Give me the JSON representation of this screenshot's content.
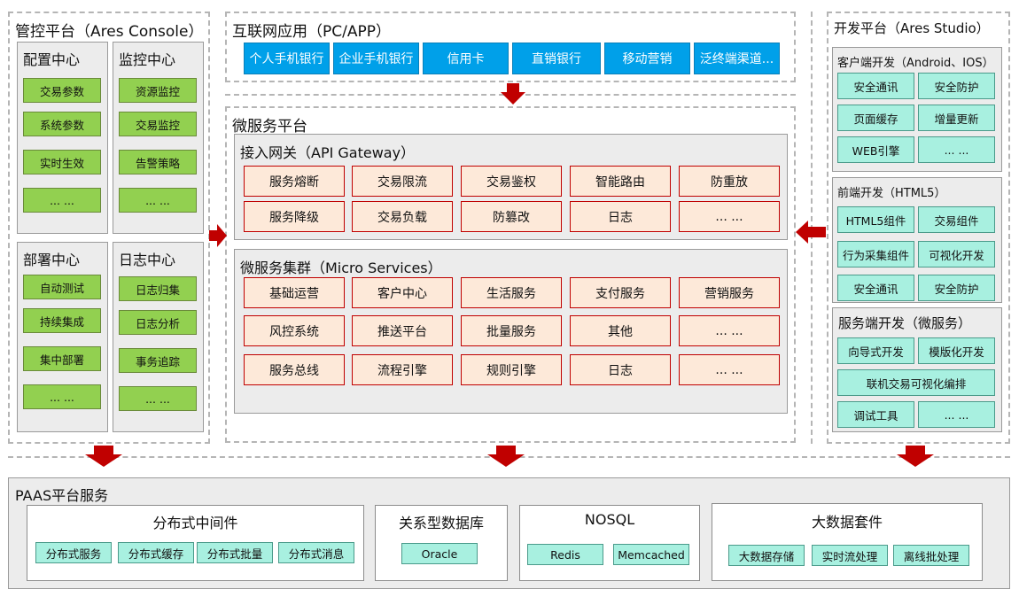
{
  "console": {
    "title": "管控平台（Ares Console）",
    "config": {
      "title": "配置中心",
      "items": [
        "交易参数",
        "系统参数",
        "实时生效",
        "... ..."
      ]
    },
    "monitor": {
      "title": "监控中心",
      "items": [
        "资源监控",
        "交易监控",
        "告警策略",
        "... ..."
      ]
    },
    "deploy": {
      "title": "部署中心",
      "items": [
        "自动测试",
        "持续集成",
        "集中部署",
        "... ..."
      ]
    },
    "log": {
      "title": "日志中心",
      "items": [
        "日志归集",
        "日志分析",
        "事务追踪",
        "... ..."
      ]
    }
  },
  "internet": {
    "title": "互联网应用（PC/APP）",
    "items": [
      "个人手机银行",
      "企业手机银行",
      "信用卡",
      "直销银行",
      "移动营销",
      "泛终端渠道..."
    ]
  },
  "micro": {
    "title": "微服务平台",
    "gateway": {
      "title": "接入网关（API Gateway）",
      "items": [
        "服务熔断",
        "交易限流",
        "交易鉴权",
        "智能路由",
        "防重放",
        "服务降级",
        "交易负载",
        "防篡改",
        "日志",
        "... ..."
      ]
    },
    "cluster": {
      "title": "微服务集群（Micro Services）",
      "items": [
        "基础运营",
        "客户中心",
        "生活服务",
        "支付服务",
        "营销服务",
        "风控系统",
        "推送平台",
        "批量服务",
        "其他",
        "... ...",
        "服务总线",
        "流程引擎",
        "规则引擎",
        "日志",
        "... ..."
      ]
    }
  },
  "studio": {
    "title": "开发平台（Ares Studio）",
    "client": {
      "title": "客户端开发（Android、IOS）",
      "items": [
        "安全通讯",
        "安全防护",
        "页面缓存",
        "增量更新",
        "WEB引擎",
        "... ..."
      ]
    },
    "frontend": {
      "title": "前端开发（HTML5）",
      "items": [
        "HTML5组件",
        "交易组件",
        "行为采集组件",
        "可视化开发",
        "安全通讯",
        "安全防护"
      ]
    },
    "server": {
      "title": "服务端开发（微服务）",
      "items": [
        "向导式开发",
        "模版化开发",
        "联机交易可视化编排",
        "调试工具",
        "... ..."
      ]
    }
  },
  "paas": {
    "title": "PAAS平台服务",
    "middleware": {
      "title": "分布式中间件",
      "items": [
        "分布式服务",
        "分布式缓存",
        "分布式批量",
        "分布式消息"
      ]
    },
    "rdb": {
      "title": "关系型数据库",
      "items": [
        "Oracle"
      ]
    },
    "nosql": {
      "title": "NOSQL",
      "items": [
        "Redis",
        "Memcached"
      ]
    },
    "bigdata": {
      "title": "大数据套件",
      "items": [
        "大数据存储",
        "实时流处理",
        "离线批处理"
      ]
    }
  },
  "colors": {
    "green": "#92d050",
    "blue": "#00a0e9",
    "pink": "#fde9d9",
    "red_border": "#c00000",
    "teal": "#a8f0e0",
    "arrow": "#c00000"
  }
}
